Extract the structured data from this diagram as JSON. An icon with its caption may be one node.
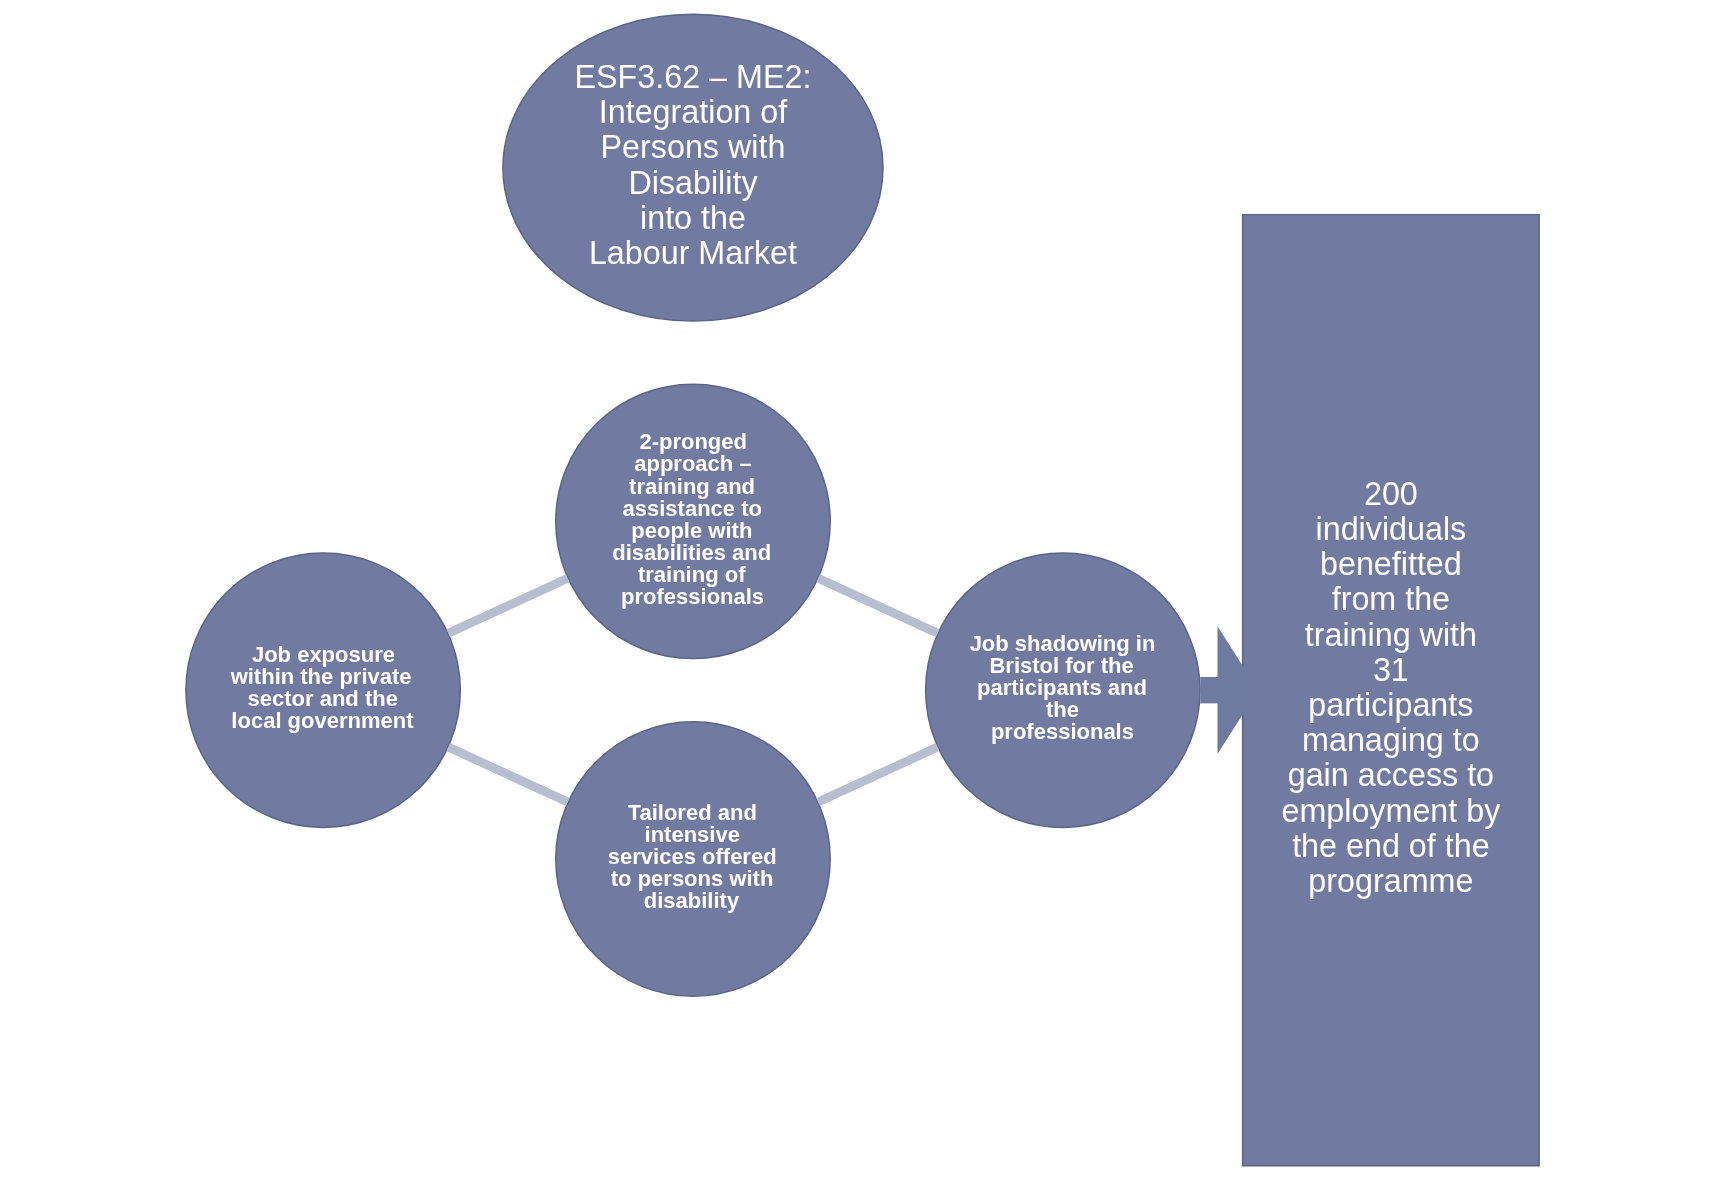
{
  "diagram": {
    "nodes": [
      {
        "text": [
          "ESF3.62 – ME2: Integration of Persons with Disability into the Labour Market"
        ]
      },
      {
        "text": [
          "2-pronged approach – training and assistance to people with disabilities and training of professionals"
        ]
      },
      {
        "text": [
          "Job shadowing in Bristol for the participants and the professionals"
        ]
      },
      {
        "text": [
          "Tailored and intensive services offered to persons with disability"
        ]
      },
      {
        "text": [
          "Job exposure within the private sector and the local government"
        ]
      },
      {
        "text": [
          "200 individuals benefitted from the training with 31 participants managing to gain access to employment by the end of the programme"
        ]
      }
    ],
    "edges": [
      {
        "from": 1,
        "to": 2,
        "arrow": "none"
      },
      {
        "from": 2,
        "to": 3,
        "arrow": "none"
      },
      {
        "from": 3,
        "to": 4,
        "arrow": "none"
      },
      {
        "from": 4,
        "to": 1,
        "arrow": "none"
      },
      {
        "from": 2,
        "to": 5,
        "arrow": "to",
        "style": "thick",
        "color": "#6f7aa0"
      }
    ]
  }
}
